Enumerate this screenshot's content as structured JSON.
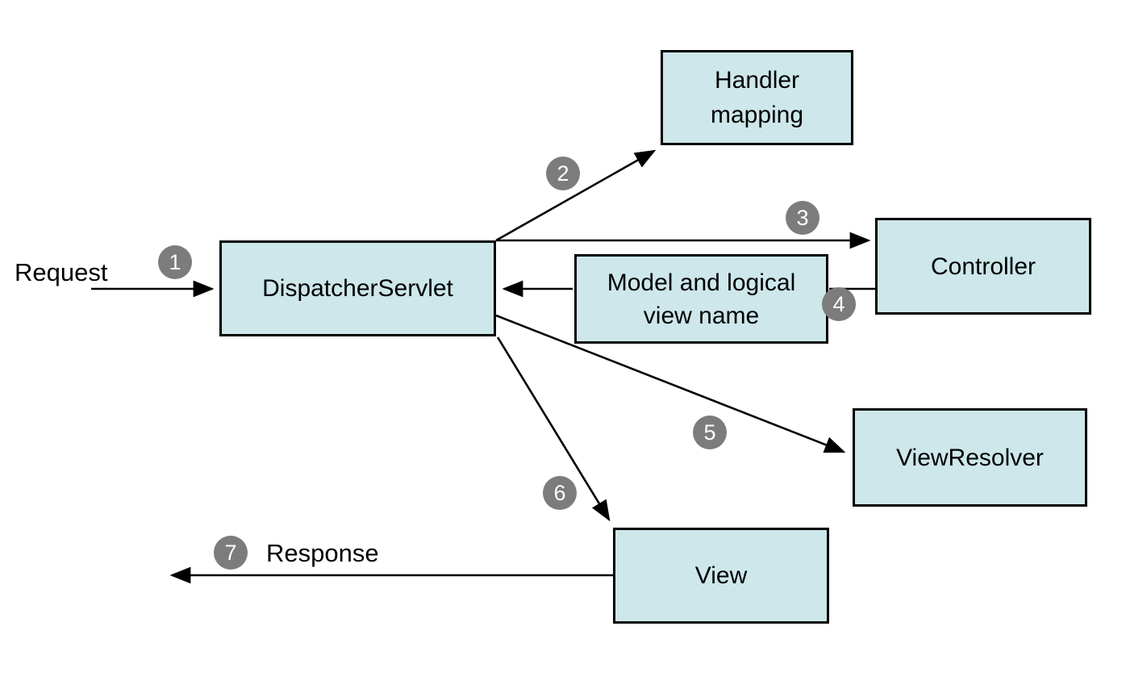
{
  "diagram": {
    "boxes": [
      {
        "id": "handler-mapping",
        "label": "Handler mapping",
        "lines": [
          "Handler",
          "mapping"
        ]
      },
      {
        "id": "dispatcher-servlet",
        "label": "DispatcherServlet",
        "lines": [
          "DispatcherServlet"
        ]
      },
      {
        "id": "controller",
        "label": "Controller",
        "lines": [
          "Controller"
        ]
      },
      {
        "id": "model-and-logical-view-name",
        "label": "Model and logical view name",
        "lines": [
          "Model and logical",
          "view name"
        ]
      },
      {
        "id": "view-resolver",
        "label": "ViewResolver",
        "lines": [
          "ViewResolver"
        ]
      },
      {
        "id": "view",
        "label": "View",
        "lines": [
          "View"
        ]
      }
    ],
    "edge_labels": {
      "request": "Request",
      "response": "Response"
    },
    "steps": [
      {
        "number": "1"
      },
      {
        "number": "2"
      },
      {
        "number": "3"
      },
      {
        "number": "4"
      },
      {
        "number": "5"
      },
      {
        "number": "6"
      },
      {
        "number": "7"
      }
    ],
    "colors": {
      "background": "#ffffff",
      "box_fill": "#cde7ea",
      "box_border": "#000000",
      "arrow": "#000000",
      "badge_fill": "#7c7c7c",
      "badge_text": "#ffffff",
      "text": "#000000"
    }
  }
}
